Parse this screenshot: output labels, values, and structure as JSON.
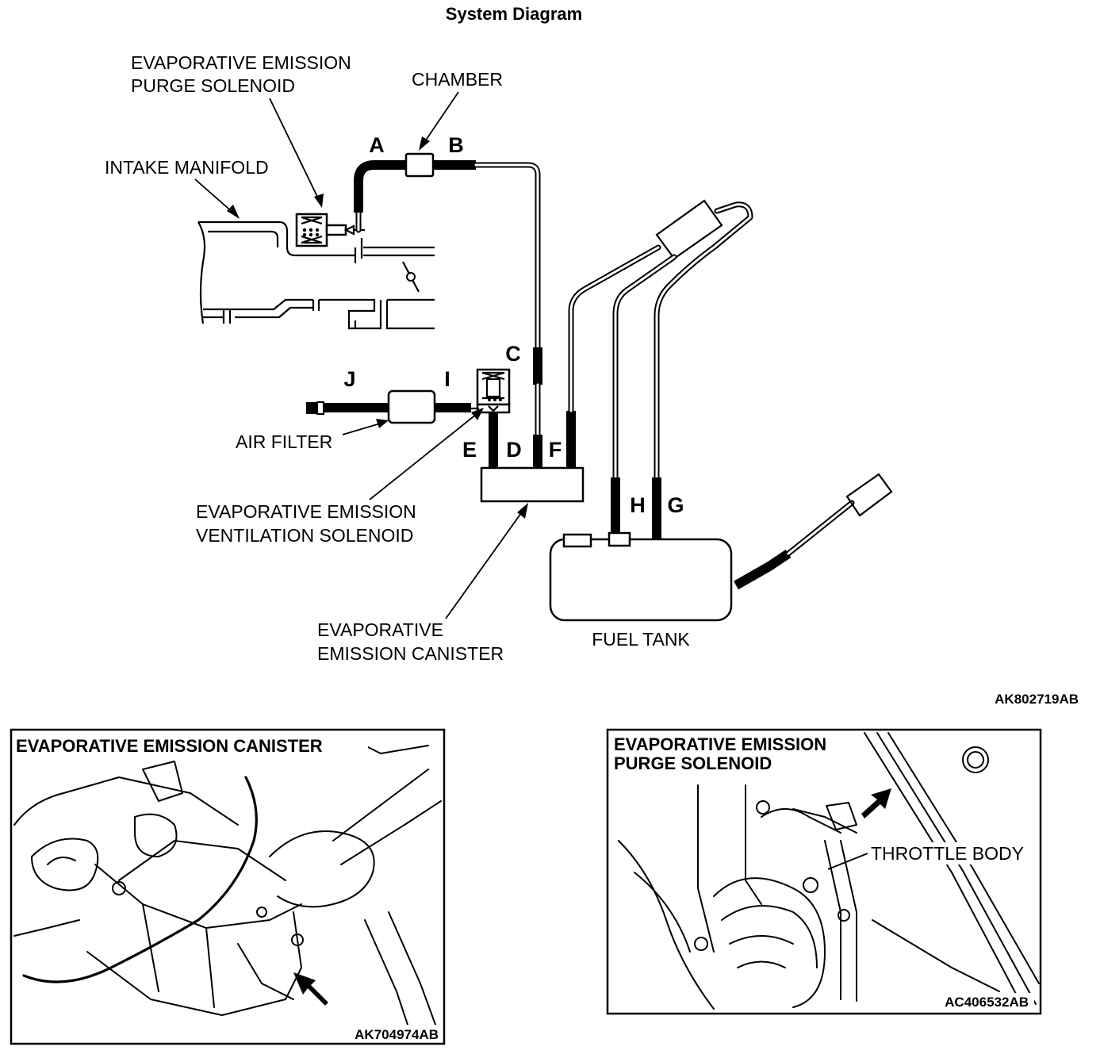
{
  "diagram": {
    "title": "System Diagram",
    "code": "AK802719AB",
    "labels": {
      "purge_solenoid_line1": "EVAPORATIVE EMISSION",
      "purge_solenoid_line2": "PURGE SOLENOID",
      "chamber": "CHAMBER",
      "intake_manifold": "INTAKE MANIFOLD",
      "air_filter": "AIR FILTER",
      "vent_solenoid_line1": "EVAPORATIVE EMISSION",
      "vent_solenoid_line2": "VENTILATION SOLENOID",
      "canister_line1": "EVAPORATIVE",
      "canister_line2": "EMISSION CANISTER",
      "fuel_tank": "FUEL TANK"
    },
    "hose_letters": {
      "a": "A",
      "b": "B",
      "c": "C",
      "d": "D",
      "e": "E",
      "f": "F",
      "g": "G",
      "h": "H",
      "i": "I",
      "j": "J"
    }
  },
  "panels": [
    {
      "title": "EVAPORATIVE EMISSION CANISTER",
      "code": "AK704974AB"
    },
    {
      "title_line1": "EVAPORATIVE EMISSION",
      "title_line2": "PURGE SOLENOID",
      "callout": "THROTTLE BODY",
      "code": "AC406532AB"
    }
  ]
}
